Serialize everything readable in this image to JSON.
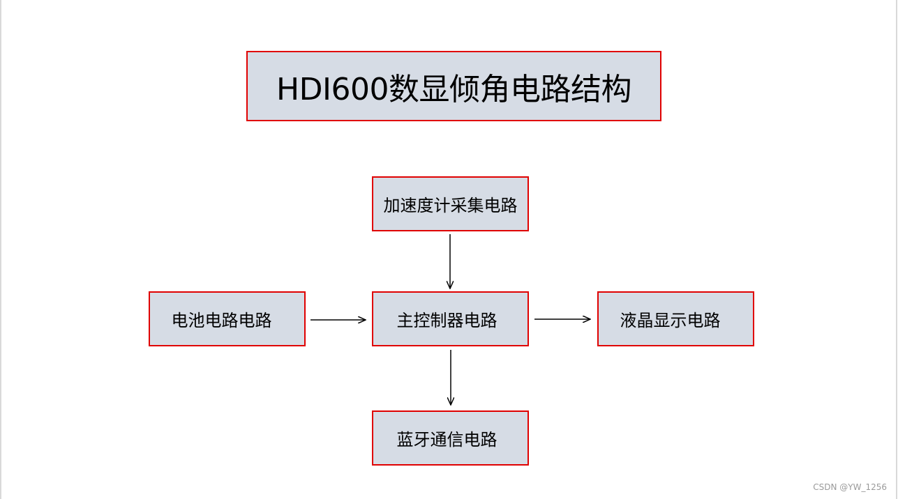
{
  "diagram": {
    "title": "HDI600数显倾角电路结构",
    "nodes": {
      "accel": "加速度计采集电路",
      "battery": "电池电路电路",
      "main": "主控制器电路",
      "lcd": "液晶显示电路",
      "bluetooth": "蓝牙通信电路"
    },
    "edges": [
      {
        "from": "accel",
        "to": "main"
      },
      {
        "from": "battery",
        "to": "main"
      },
      {
        "from": "main",
        "to": "lcd"
      },
      {
        "from": "main",
        "to": "bluetooth"
      }
    ],
    "colors": {
      "box_fill": "#d6dce5",
      "box_border": "#e00000",
      "arrow": "#000000"
    }
  },
  "watermark": "CSDN @YW_1256"
}
